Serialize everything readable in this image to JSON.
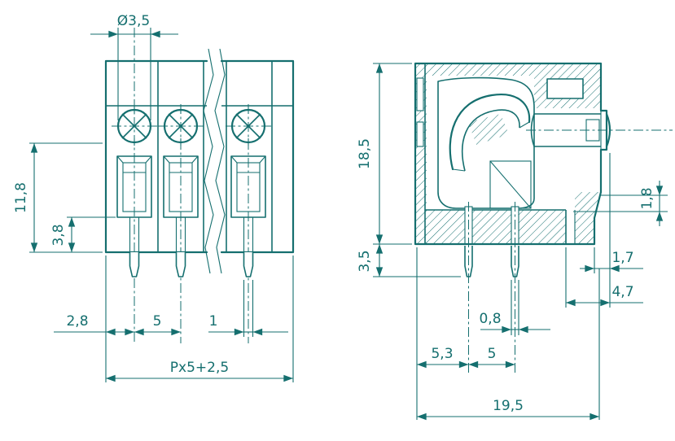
{
  "drawing_type": "terminal-block-dimension-drawing",
  "colors": {
    "line": "#156f6f",
    "background": "#ffffff"
  },
  "front_view": {
    "dims": {
      "screw_diameter": "Ø3,5",
      "body_height": "11,8",
      "opening_depth": "3,8",
      "edge_to_pin": "2,8",
      "pin_pitch": "5",
      "pin_width": "1",
      "overall_width": "Px5+2,5"
    }
  },
  "side_view": {
    "dims": {
      "overall_height": "18,5",
      "clamp_gap": "1,8",
      "pin_length": "3,5",
      "step_small": "1,7",
      "step_large": "4,7",
      "pin_thickness": "0,8",
      "face_to_pin": "5,3",
      "pin_pitch": "5",
      "overall_depth": "19,5"
    }
  }
}
